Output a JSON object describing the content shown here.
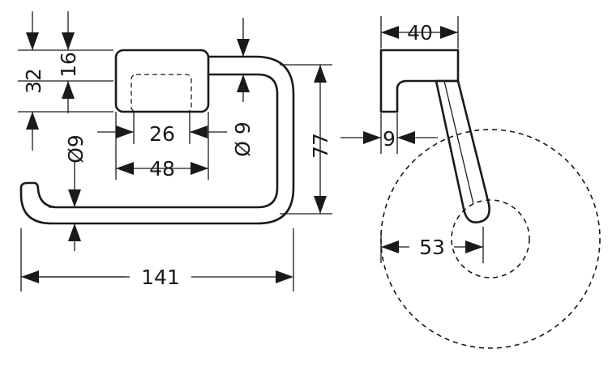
{
  "front_view": {
    "dim_height_total": "32",
    "dim_height_block": "16",
    "dim_inner_width": "26",
    "dim_outer_width": "48",
    "dim_rod_diameter_left": "Ø9",
    "dim_rod_diameter_right": "Ø 9",
    "dim_height_arm": "77",
    "dim_total_length": "141"
  },
  "side_view": {
    "dim_depth": "40",
    "dim_rod": "9",
    "dim_offset": "53"
  }
}
